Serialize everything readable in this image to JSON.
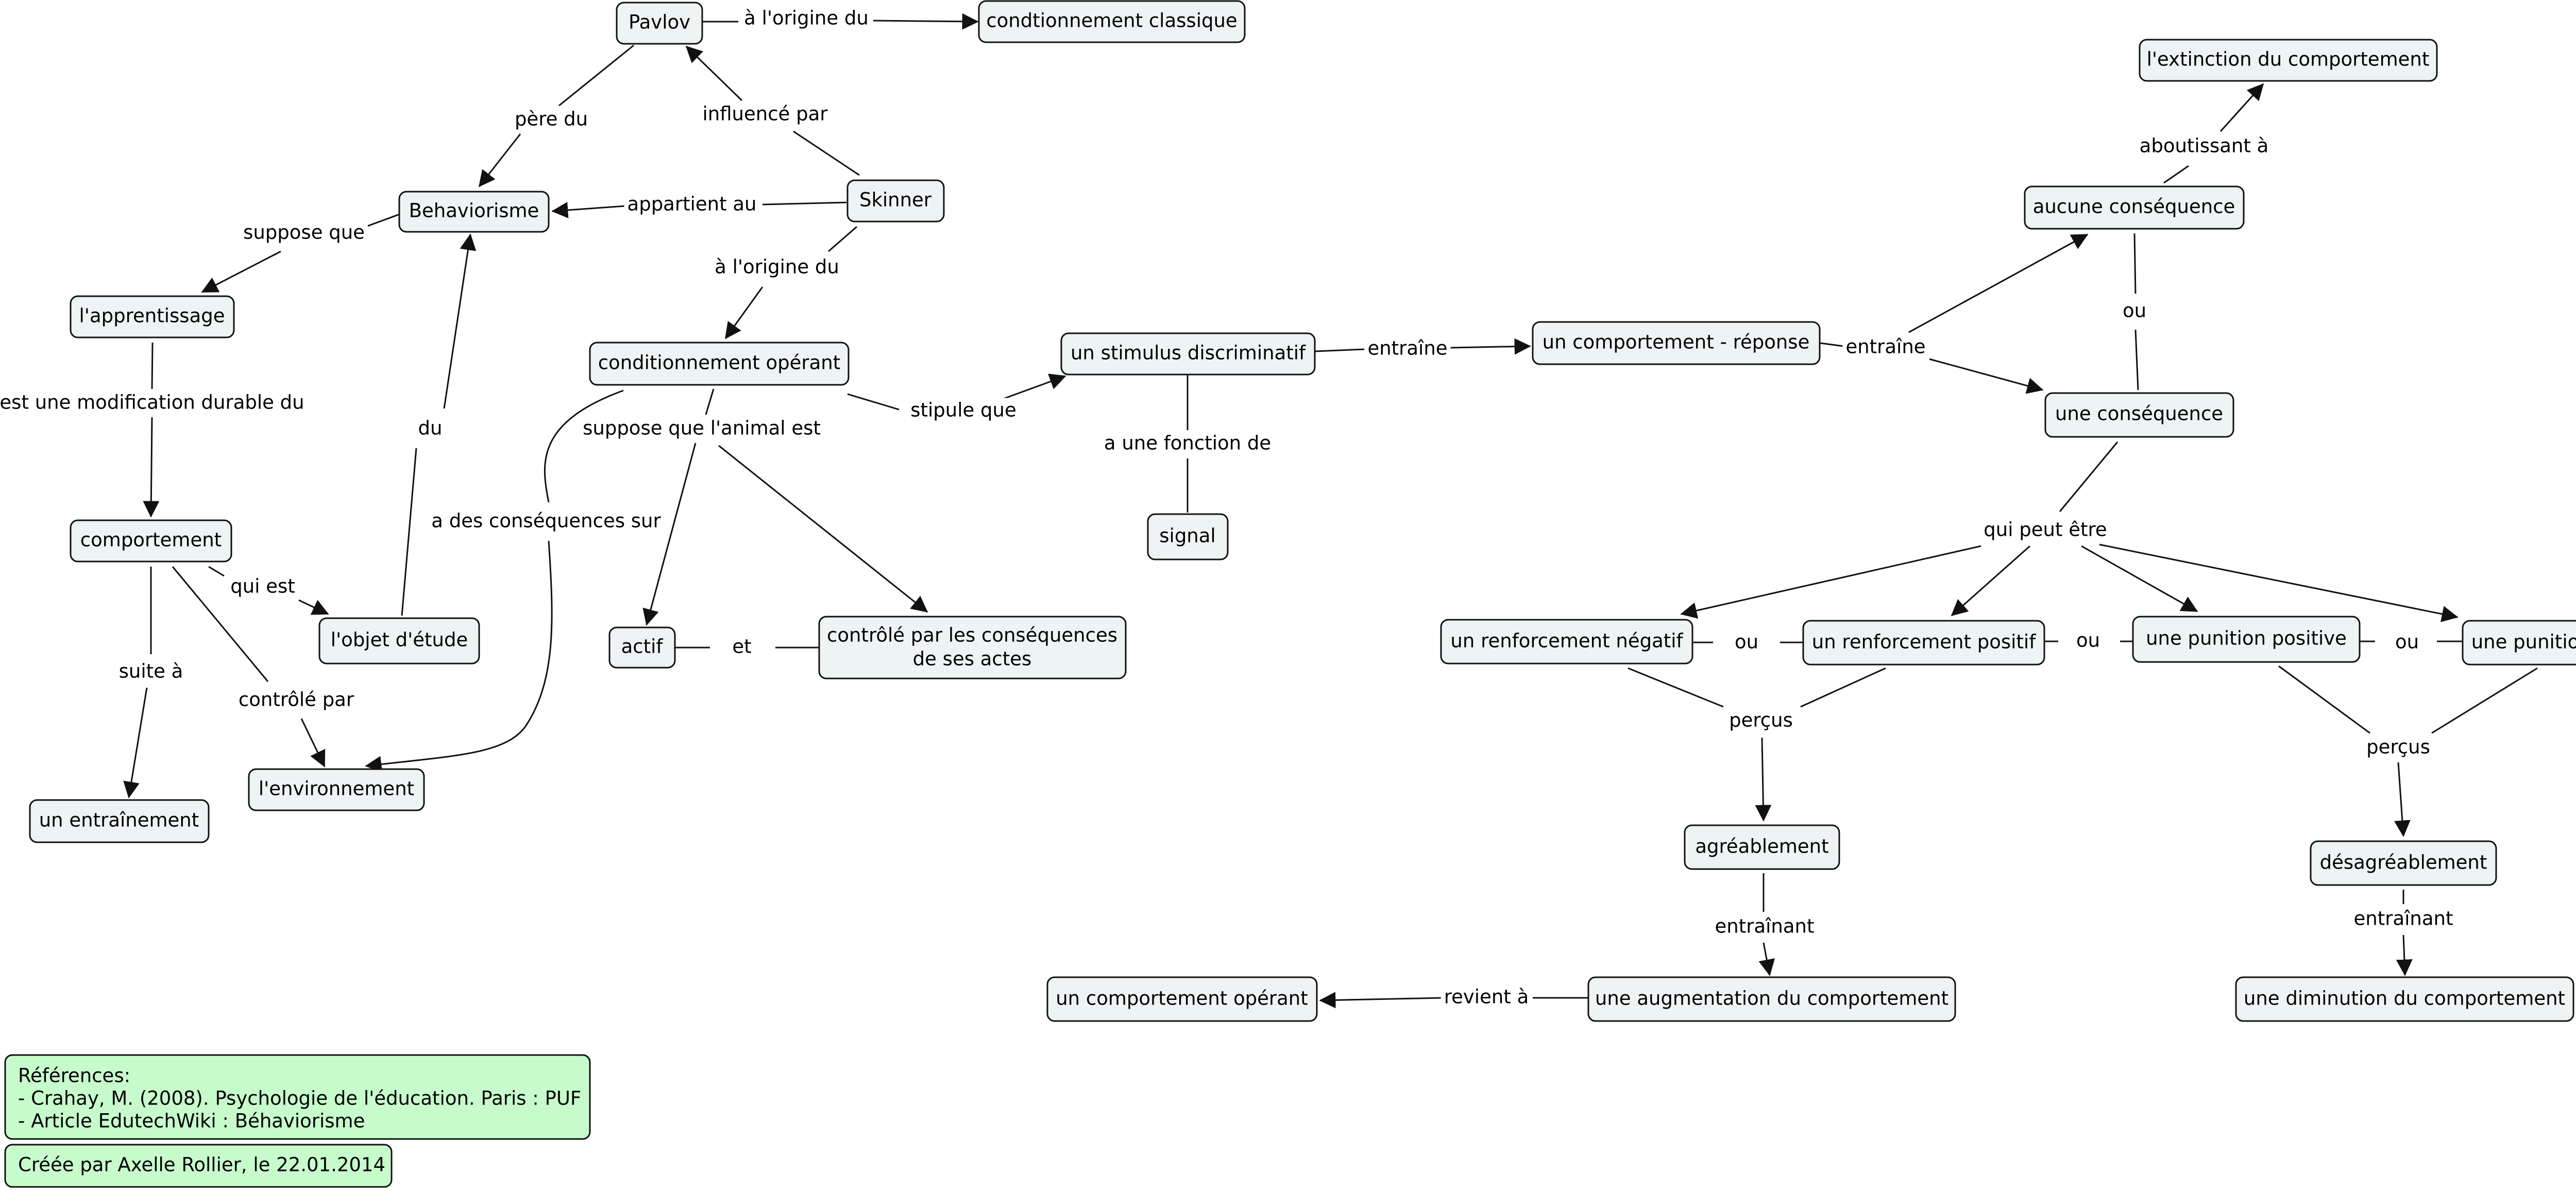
{
  "nodes": {
    "pavlov": "Pavlov",
    "cond_classique": "condtionnement classique",
    "behaviorisme": "Behaviorisme",
    "skinner": "Skinner",
    "apprentissage": "l'apprentissage",
    "cond_operant": "conditionnement opérant",
    "stimulus": "un stimulus discriminatif",
    "comportement_reponse": "un comportement - réponse",
    "extinction": "l'extinction du comportement",
    "aucune_consequence": "aucune conséquence",
    "une_consequence": "une conséquence",
    "signal": "signal",
    "comportement": "comportement",
    "objet_etude": "l'objet d'étude",
    "actif": "actif",
    "controle_consequences_1": "contrôlé par les conséquences",
    "controle_consequences_2": "de ses actes",
    "environnement": "l'environnement",
    "entrainement": "un entraînement",
    "renf_negatif": "un renforcement négatif",
    "renf_positif": "un renforcement positif",
    "pun_positive": "une punition positive",
    "pun_negative": "une punition négative",
    "agreablement": "agréablement",
    "desagreablement": "désagréablement",
    "comportement_operant": "un comportement opérant",
    "augmentation": "une augmentation du comportement",
    "diminution": "une diminution du comportement"
  },
  "links": {
    "a_lorigine_du_1": "à l'origine du",
    "pere_du": "père du",
    "influence_par": "influencé par",
    "appartient_au": "appartient au",
    "suppose_que": "suppose que",
    "a_lorigine_du_2": "à l'origine du",
    "est_une_modification": "est une modification durable du",
    "du": "du",
    "stipule_que": "stipule que",
    "entraine_1": "entraîne",
    "entraine_2": "entraîne",
    "aboutissant_a": "aboutissant à",
    "ou_1": "ou",
    "a_une_fonction_de": "a une fonction de",
    "suppose_que_lanimal": "suppose que l'animal est",
    "a_des_consequences": "a des conséquences sur",
    "qui_est": "qui est",
    "suite_a": "suite à",
    "controle_par": "contrôlé par",
    "et": "et",
    "qui_peut_etre": "qui peut être",
    "ou_2": "ou",
    "ou_3": "ou",
    "ou_4": "ou",
    "percus_1": "perçus",
    "percus_2": "perçus",
    "entrainant_1": "entraînant",
    "entrainant_2": "entraînant",
    "revient_a": "revient à"
  },
  "references": {
    "title": "Références:",
    "line1": "- Crahay, M. (2008). Psychologie de l'éducation. Paris : PUF",
    "line2": "- Article EdutechWiki : Béhaviorisme"
  },
  "credit": "Créée par Axelle Rollier, le 22.01.2014",
  "colors": {
    "node_fill": "#eef3f4",
    "note_fill": "#c7fbcc",
    "stroke": "#111111"
  }
}
